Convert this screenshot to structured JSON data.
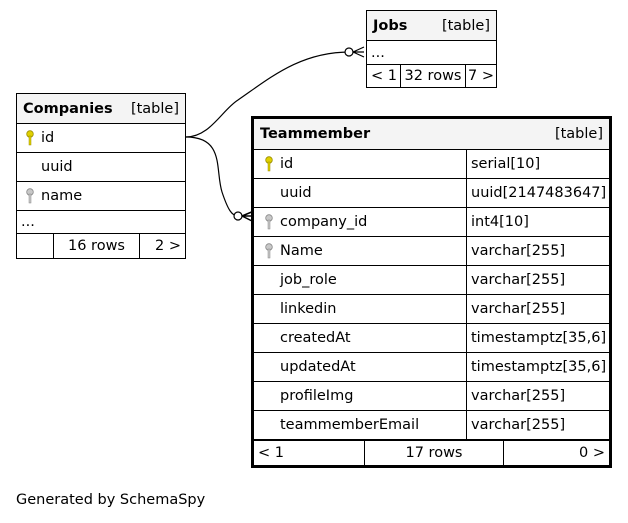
{
  "tables": {
    "jobs": {
      "name": "Jobs",
      "kind": "[table]",
      "ellipsis": "...",
      "nav": {
        "prev": "< 1",
        "rows": "32 rows",
        "next": "7 >"
      }
    },
    "companies": {
      "name": "Companies",
      "kind": "[table]",
      "columns": [
        {
          "name": "id",
          "icon": "primary-key-icon"
        },
        {
          "name": "uuid",
          "icon": ""
        },
        {
          "name": "name",
          "icon": "index-key-icon"
        }
      ],
      "ellipsis": "...",
      "nav": {
        "prev": "",
        "rows": "16 rows",
        "next": "2 >"
      }
    },
    "teammember": {
      "name": "Teammember",
      "kind": "[table]",
      "columns": [
        {
          "name": "id",
          "type": "serial[10]",
          "icon": "primary-key-icon"
        },
        {
          "name": "uuid",
          "type": "uuid[2147483647]",
          "icon": ""
        },
        {
          "name": "company_id",
          "type": "int4[10]",
          "icon": "foreign-key-icon"
        },
        {
          "name": "Name",
          "type": "varchar[255]",
          "icon": "index-key-icon"
        },
        {
          "name": "job_role",
          "type": "varchar[255]",
          "icon": ""
        },
        {
          "name": "linkedin",
          "type": "varchar[255]",
          "icon": ""
        },
        {
          "name": "createdAt",
          "type": "timestamptz[35,6]",
          "icon": ""
        },
        {
          "name": "updatedAt",
          "type": "timestamptz[35,6]",
          "icon": ""
        },
        {
          "name": "profileImg",
          "type": "varchar[255]",
          "icon": ""
        },
        {
          "name": "teammemberEmail",
          "type": "varchar[255]",
          "icon": ""
        }
      ],
      "nav": {
        "prev": "< 1",
        "rows": "17 rows",
        "next": "0 >"
      }
    }
  },
  "colors": {
    "primary_key": "#e0d000",
    "index_key": "#b0b0b0",
    "header_bg": "#f4f4f4"
  },
  "footer": "Generated by SchemaSpy"
}
